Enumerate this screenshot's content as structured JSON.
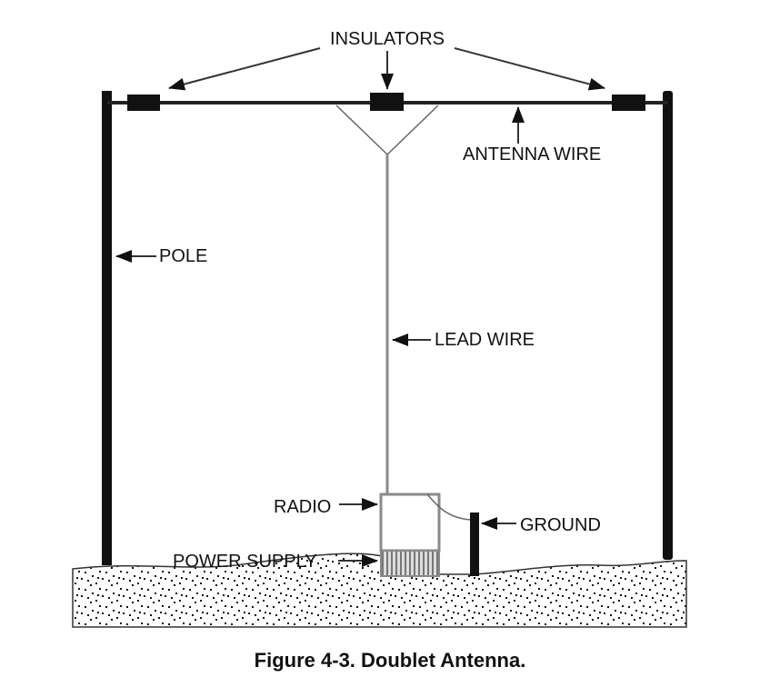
{
  "labels": {
    "insulators": "INSULATORS",
    "antenna_wire": "ANTENNA WIRE",
    "pole": "POLE",
    "lead_wire": "LEAD WIRE",
    "radio": "RADIO",
    "ground": "GROUND",
    "power_supply": "POWER SUPPLY"
  },
  "caption": "Figure 4-3. Doublet Antenna.",
  "colors": {
    "ink": "#111111",
    "lead": "#8a8a8a"
  }
}
